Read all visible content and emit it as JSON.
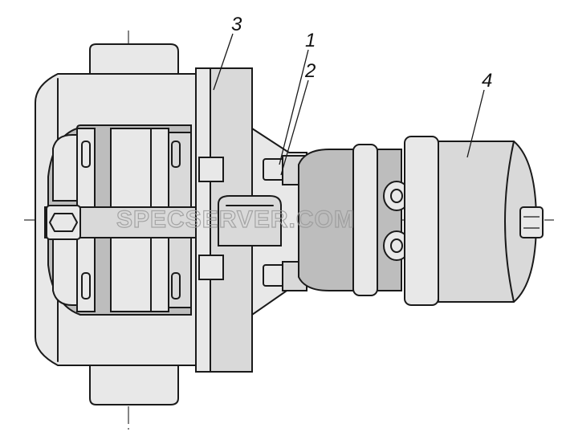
{
  "diagram": {
    "callouts": [
      {
        "id": "1",
        "text": "1"
      },
      {
        "id": "2",
        "text": "2"
      },
      {
        "id": "3",
        "text": "3"
      },
      {
        "id": "4",
        "text": "4"
      }
    ],
    "watermark": "SPECSERVER.COM"
  },
  "colors": {
    "line": "#1a1a1a",
    "fill_light": "#e8e8e8",
    "fill_mid": "#d9d9d9",
    "fill_dark": "#bdbdbd",
    "watermark": "#9a9a9a"
  }
}
